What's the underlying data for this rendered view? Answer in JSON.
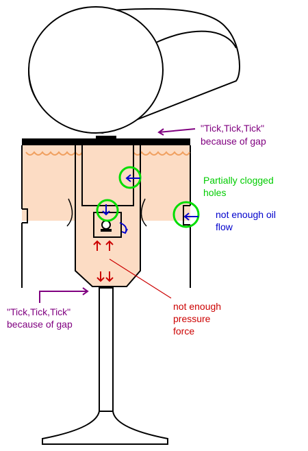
{
  "labels": {
    "tick_top_line1": "\"Tick,Tick,Tick\"",
    "tick_top_line2": "because of gap",
    "clogged_line1": "Partially clogged",
    "clogged_line2": "holes",
    "oil_line1": "not enough oil",
    "oil_line2": "flow",
    "tick_bottom_line1": "\"Tick,Tick,Tick\"",
    "tick_bottom_line2": "because of gap",
    "pressure_line1": "not enough",
    "pressure_line2": "pressure",
    "pressure_line3": "force"
  },
  "colors": {
    "body_fill": "#fcdcc4",
    "outline": "#000000",
    "tick_label": "#800080",
    "clog_label": "#00cc00",
    "oil_label": "#0000cc",
    "pressure_label": "#cc0000",
    "pointer_arrow": "#cc0000"
  }
}
